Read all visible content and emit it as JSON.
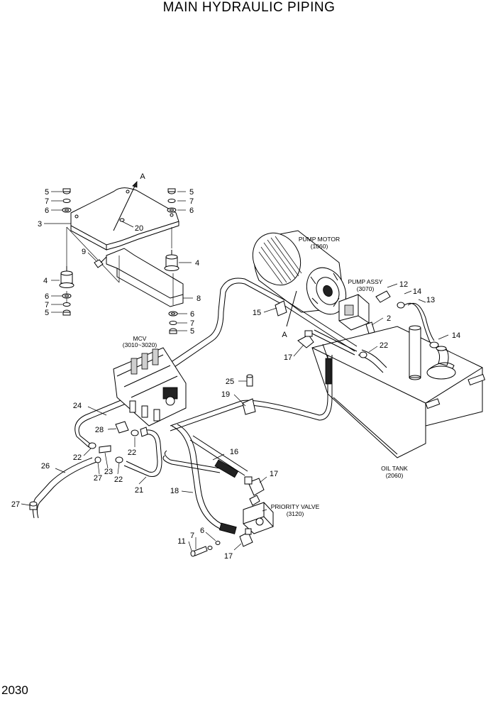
{
  "title": "MAIN HYDRAULIC PIPING",
  "page_number": "2030",
  "assemblies": {
    "pump_motor": {
      "name": "PUMP MOTOR",
      "ref": "(1060)"
    },
    "pump_assy": {
      "name": "PUMP ASSY",
      "ref": "(3070)"
    },
    "mcv": {
      "name": "MCV",
      "ref": "(3010~3020)"
    },
    "oil_tank": {
      "name": "OIL TANK",
      "ref": "(2060)"
    },
    "priority_valve": {
      "name": "PRIORITY VALVE",
      "ref": "(3120)"
    }
  },
  "view_markers": {
    "a_top": "A",
    "a_bottom": "A"
  },
  "callouts": {
    "c5a": "5",
    "c7a": "7",
    "c6a": "6",
    "c3": "3",
    "c5b": "5",
    "c7b": "7",
    "c6b": "6",
    "c20": "20",
    "c9": "9",
    "c4a": "4",
    "c4b": "4",
    "c8": "8",
    "c6c": "6",
    "c7c": "7",
    "c5c": "5",
    "c6d": "6",
    "c7d": "7",
    "c5d": "5",
    "c12": "12",
    "c14a": "14",
    "c13": "13",
    "c15": "15",
    "c2": "2",
    "c14b": "14",
    "c17a": "17",
    "c22a": "22",
    "c25": "25",
    "c19": "19",
    "c24": "24",
    "c28": "28",
    "c22b": "22",
    "c22c": "22",
    "c16": "16",
    "c26": "26",
    "c27a": "27",
    "c23": "23",
    "c22d": "22",
    "c21": "21",
    "c17b": "17",
    "c18": "18",
    "c27b": "27",
    "c7e": "7",
    "c6e": "6",
    "c11": "11",
    "c17c": "17"
  }
}
